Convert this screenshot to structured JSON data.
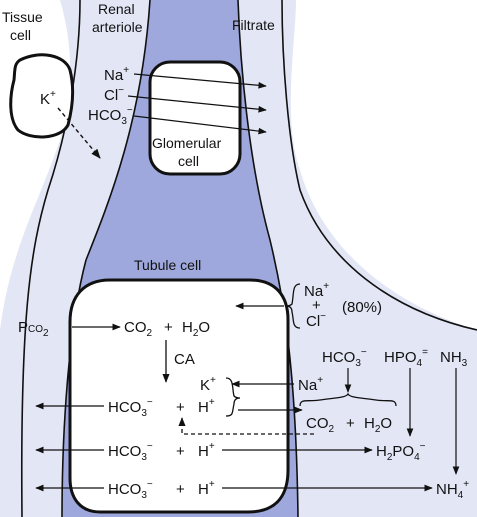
{
  "colors": {
    "background": "#ffffff",
    "interstitial": "#e3e6f5",
    "vessel": "#9ea8dc",
    "outline": "#111111",
    "text": "#111111"
  },
  "labels": {
    "tissue_cell_line1": "Tissue",
    "tissue_cell_line2": "cell",
    "renal_arteriole_line1": "Renal",
    "renal_arteriole_line2": "arteriole",
    "filtrate": "Filtrate",
    "glomerular_line1": "Glomerular",
    "glomerular_line2": "cell",
    "tubule_cell": "Tubule cell",
    "percent": "(80%)"
  },
  "chem": {
    "k": "K",
    "na": "Na",
    "cl": "Cl",
    "hco3": "HCO",
    "h": "H",
    "co2": "CO",
    "h2o_h": "H",
    "h2o_o": "O",
    "pco2": "P",
    "pco2_sub": "CO",
    "ca": "CA",
    "hpo4": "HPO",
    "nh3": "NH",
    "h2po4": "H",
    "h2po4_po": "PO",
    "nh4": "NH",
    "plus": "+",
    "minus": "−",
    "eq": "=",
    "sub2": "2",
    "sub3": "3",
    "sub4": "4"
  }
}
